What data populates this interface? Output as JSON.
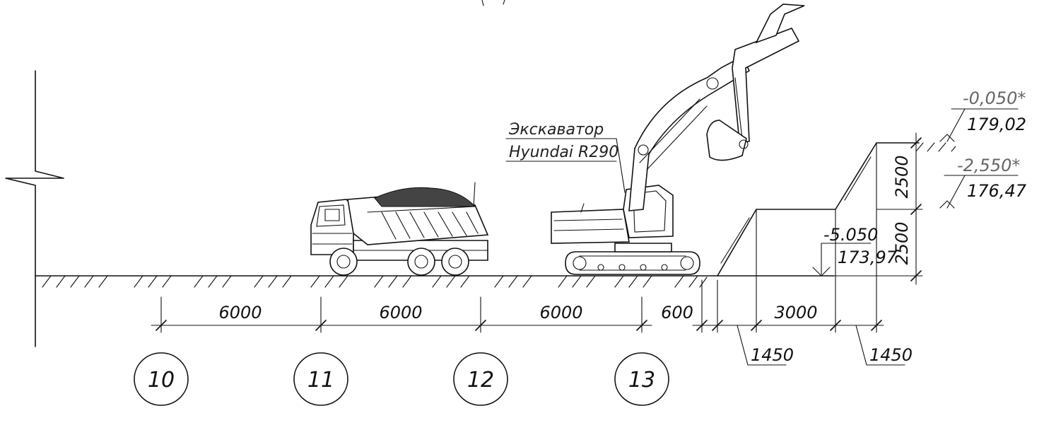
{
  "excavator_label": {
    "line1": "Экскаватор",
    "line2": "Hyundai R290"
  },
  "dimensions": {
    "span_10_11": "6000",
    "span_11_12": "6000",
    "span_12_13": "6000",
    "offset_600": "600",
    "berm_3000": "3000",
    "slope_lower_1450": "1450",
    "slope_upper_1450": "1450",
    "height_upper_2500": "2500",
    "height_lower_2500": "2500"
  },
  "axes": [
    "10",
    "11",
    "12",
    "13"
  ],
  "levels": {
    "top": {
      "relative": "-0,050*",
      "absolute": "179,02"
    },
    "berm": {
      "relative": "-2,550*",
      "absolute": "176,47"
    },
    "bottom": {
      "relative": "-5.050",
      "absolute": "173,97"
    }
  },
  "colors": {
    "line": "#111111",
    "muted_text": "#666666",
    "background": "#ffffff"
  }
}
